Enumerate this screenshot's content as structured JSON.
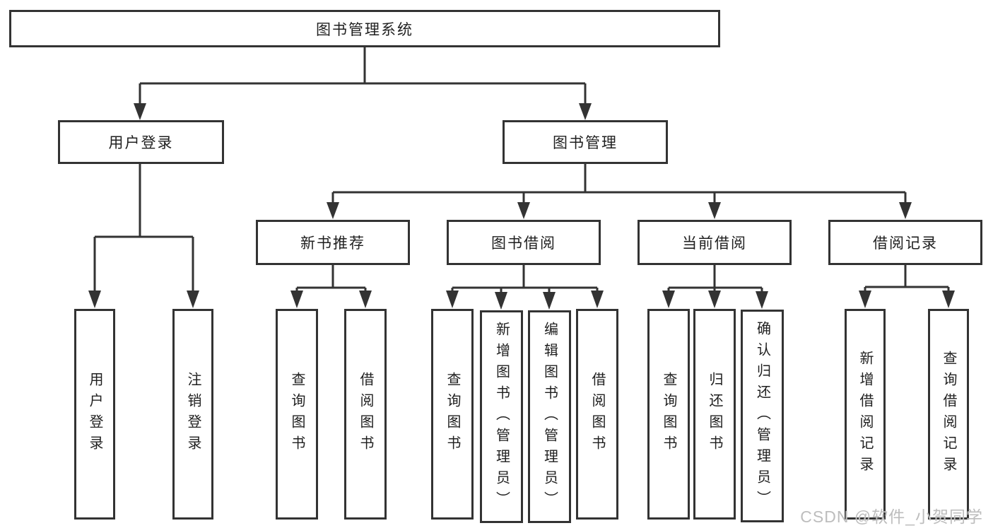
{
  "diagram_type": "hierarchy-tree",
  "tree": {
    "label": "图书管理系统",
    "children": [
      {
        "label": "用户登录",
        "children": [
          {
            "label": "用户登录"
          },
          {
            "label": "注销登录"
          }
        ]
      },
      {
        "label": "图书管理",
        "children": [
          {
            "label": "新书推荐",
            "children": [
              {
                "label": "查询图书"
              },
              {
                "label": "借阅图书"
              }
            ]
          },
          {
            "label": "图书借阅",
            "children": [
              {
                "label": "查询图书"
              },
              {
                "label": "新增图书（管理员）"
              },
              {
                "label": "编辑图书（管理员）"
              },
              {
                "label": "借阅图书"
              }
            ]
          },
          {
            "label": "当前借阅",
            "children": [
              {
                "label": "查询图书"
              },
              {
                "label": "归还图书"
              },
              {
                "label": "确认归还（管理员）"
              }
            ]
          },
          {
            "label": "借阅记录",
            "children": [
              {
                "label": "新增借阅记录"
              },
              {
                "label": "查询借阅记录"
              }
            ]
          }
        ]
      }
    ]
  },
  "watermark": "CSDN @软件_小贺同学",
  "colors": {
    "line": "#333333",
    "box_border": "#333333",
    "text": "#1f1f1f",
    "watermark": "#bdbdbd",
    "background": "#ffffff"
  }
}
